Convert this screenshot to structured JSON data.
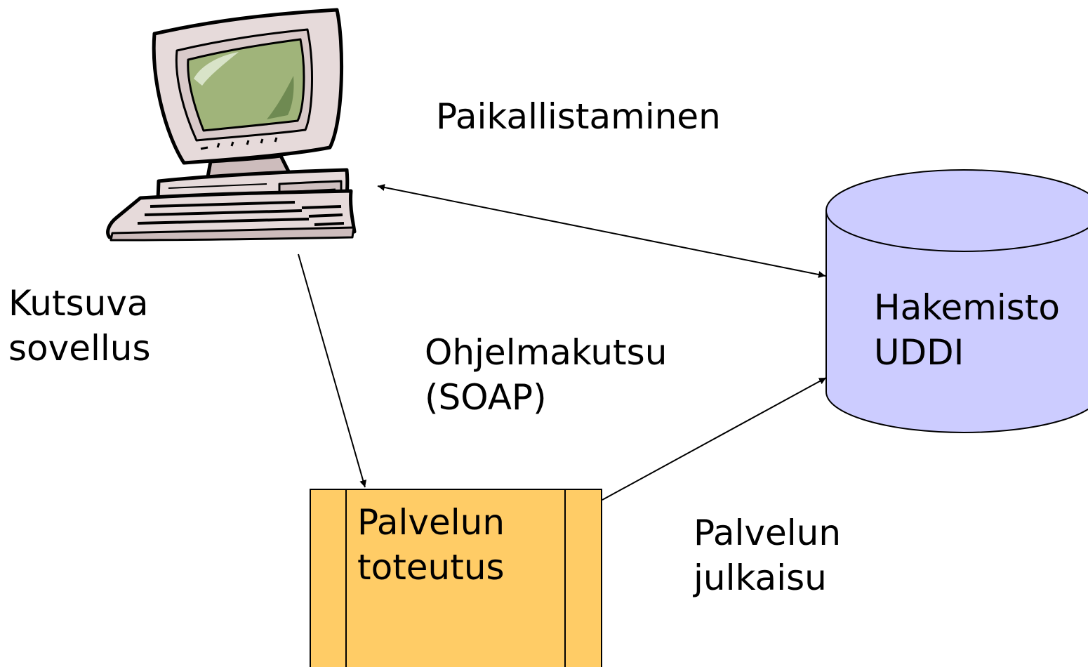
{
  "labels": {
    "localization": "Paikallistaminen",
    "client_line1": "Kutsuva",
    "client_line2": "sovellus",
    "call_line1": "Ohjelmakutsu",
    "call_line2": "(SOAP)",
    "directory_line1": "Hakemisto",
    "directory_line2": "UDDI",
    "implementation_line1": "Palvelun",
    "implementation_line2": "toteutus",
    "publish_line1": "Palvelun",
    "publish_line2": "julkaisu"
  },
  "colors": {
    "background": "#ffffff",
    "directory_fill": "#ccccff",
    "implementation_fill": "#ffcc66",
    "screen_fill": "#a0b47a",
    "computer_body": "#e6dada",
    "line": "#000000"
  },
  "icons": {
    "client": "computer-icon",
    "directory": "database-cylinder",
    "implementation": "service-box"
  }
}
